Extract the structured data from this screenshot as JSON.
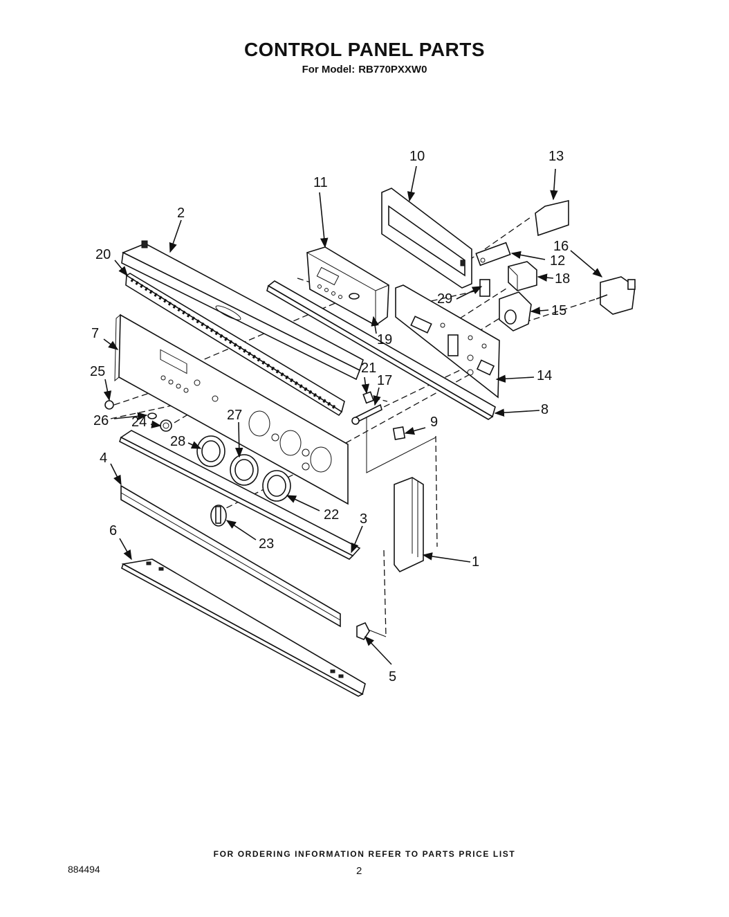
{
  "header": {
    "title": "CONTROL PANEL PARTS",
    "model_label": "For Model:",
    "model_number": "RB770PXXW0"
  },
  "footer": {
    "ordering_note": "FOR ORDERING INFORMATION REFER TO PARTS PRICE LIST",
    "document_number": "884494",
    "page_number": "2"
  },
  "callouts": {
    "p1": "1",
    "p2": "2",
    "p3": "3",
    "p4": "4",
    "p5": "5",
    "p6": "6",
    "p7": "7",
    "p8": "8",
    "p9": "9",
    "p10": "10",
    "p11": "11",
    "p12": "12",
    "p13": "13",
    "p14": "14",
    "p15": "15",
    "p16": "16",
    "p17": "17",
    "p18": "18",
    "p19": "19",
    "p20": "20",
    "p21": "21",
    "p22": "22",
    "p23": "23",
    "p24": "24",
    "p25": "25",
    "p26": "26",
    "p27": "27",
    "p28": "28",
    "p29": "29"
  }
}
